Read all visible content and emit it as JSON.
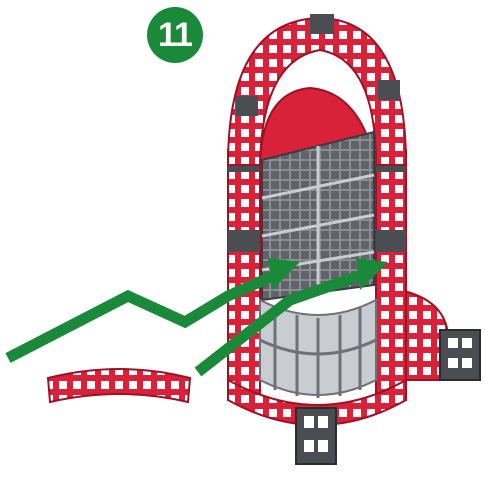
{
  "step": {
    "number": "11"
  },
  "colors": {
    "frame_red": "#d9213a",
    "frame_red_dark": "#9e1226",
    "corner_gray": "#4a4d52",
    "panel_gray": "#8a8e94",
    "panel_light": "#c9ccd0",
    "arrow_green": "#1a8a3a",
    "badge_green": "#1a8a3a"
  },
  "icons": {
    "step_badge": "numbered-circle",
    "arrows": "double-bent-arrow"
  }
}
